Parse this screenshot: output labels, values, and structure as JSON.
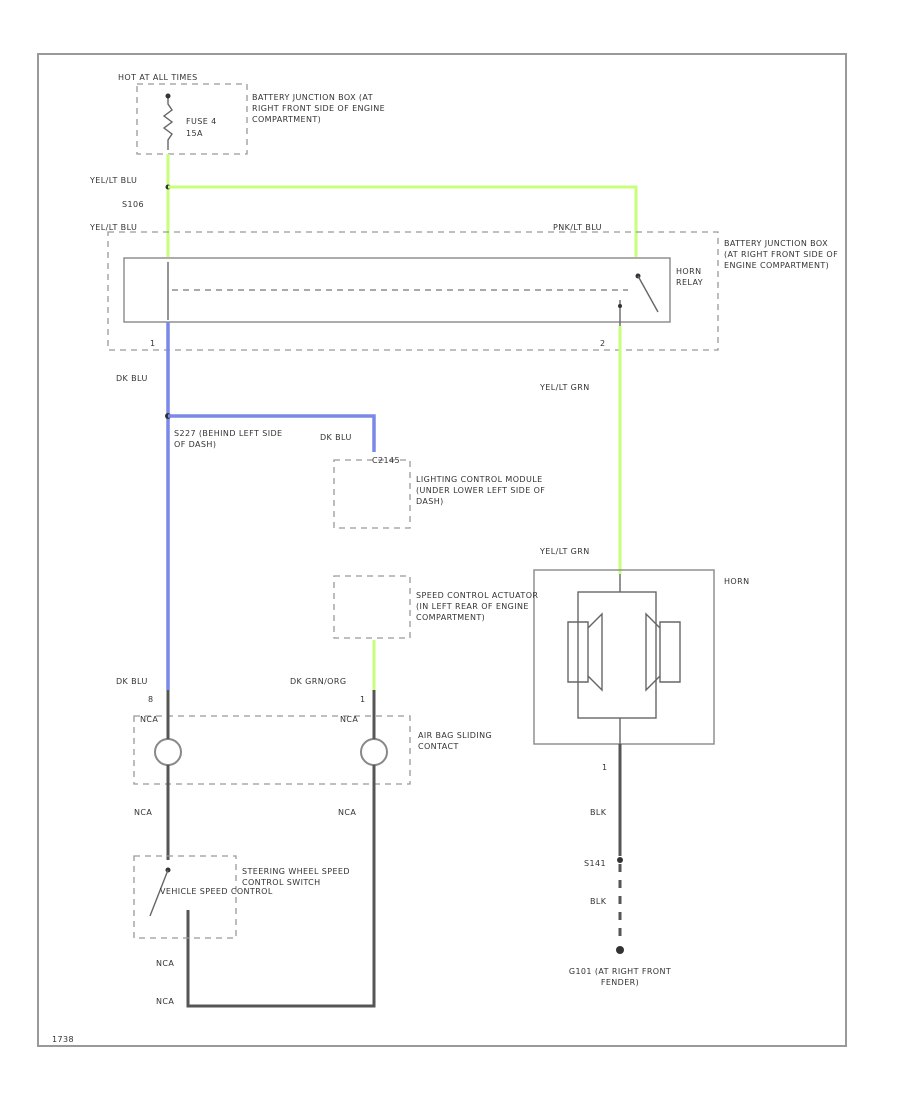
{
  "labels": {
    "hot_at_all_times": "HOT AT ALL TIMES",
    "fuse": "FUSE 4",
    "fuse_amps": "15A",
    "bjb_top": "BATTERY JUNCTION BOX (AT RIGHT FRONT SIDE OF ENGINE COMPARTMENT)",
    "bjb_right": "BATTERY JUNCTION BOX (AT RIGHT FRONT SIDE OF ENGINE COMPARTMENT)",
    "yel_lt_blu": "YEL/LT BLU",
    "s106": "S106",
    "yel_lt_blu_2": "YEL/LT BLU",
    "pnk_lt_blu": "PNK/LT BLU",
    "horn_relay": "HORN RELAY",
    "dk_blu_1": "DK BLU",
    "s227": "S227 (BEHIND LEFT SIDE OF DASH)",
    "dk_blu_2": "DK BLU",
    "ctr_pin": "C2145",
    "lcm": "LIGHTING CONTROL MODULE (UNDER LOWER LEFT SIDE OF DASH)",
    "yel_lt_grn_1": "YEL/LT GRN",
    "yel_lt_grn_2": "YEL/LT GRN",
    "horn": "HORN",
    "speed_ctrl_act": "SPEED CONTROL ACTUATOR (IN LEFT REAR OF ENGINE COMPARTMENT)",
    "dk_blu_3": "DK BLU",
    "dk_grn_org": "DK GRN/ORG",
    "pin_8": "8",
    "pin_1a": "1",
    "pin_1b": "1",
    "pin_2": "2",
    "pin_1c": "1",
    "ncа_1": "NCA",
    "ncа_2": "NCA",
    "airbag": "AIR BAG SLIDING CONTACT",
    "nca_3": "NCA",
    "nca_4": "NCA",
    "steering": "STEERING WHEEL SPEED CONTROL SWITCH",
    "horn_switch": "VEHICLE SPEED CONTROL",
    "nca_5": "NCA",
    "nca_6": "NCA",
    "blk_1": "BLK",
    "s141": "S141",
    "blk_2": "BLK",
    "g101": "G101 (AT RIGHT FRONT FENDER)",
    "footer": "1738"
  }
}
